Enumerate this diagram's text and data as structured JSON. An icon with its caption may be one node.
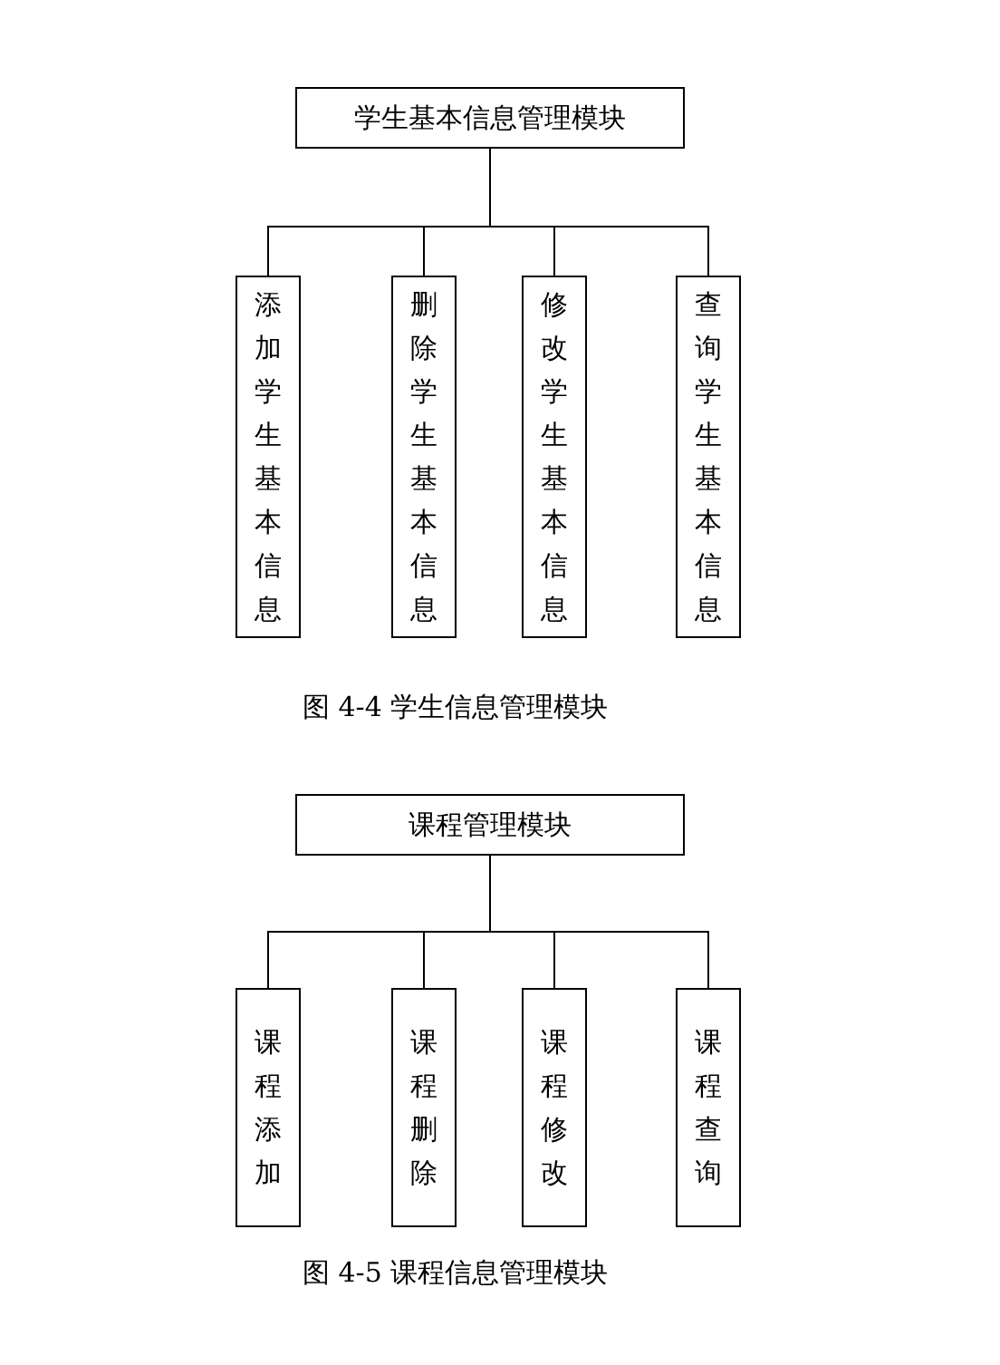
{
  "diagram": {
    "nodes": [
      {
        "text": [
          "学生基本信息管理模块"
        ]
      },
      {
        "text": [
          "添加学生基本信息"
        ]
      },
      {
        "text": [
          "删除学生基本信息"
        ]
      },
      {
        "text": [
          "修改学生基本信息"
        ]
      },
      {
        "text": [
          "查询学生基本信息"
        ]
      },
      {
        "text": [
          "课程管理模块"
        ]
      },
      {
        "text": [
          "课程添加"
        ]
      },
      {
        "text": [
          "课程删除"
        ]
      },
      {
        "text": [
          "课程修改"
        ]
      },
      {
        "text": [
          "课程查询"
        ]
      }
    ],
    "edges": [
      {
        "from": 0,
        "to": 1,
        "arrow": "none"
      },
      {
        "from": 0,
        "to": 2,
        "arrow": "none"
      },
      {
        "from": 0,
        "to": 3,
        "arrow": "none"
      },
      {
        "from": 0,
        "to": 4,
        "arrow": "none"
      },
      {
        "from": 5,
        "to": 6,
        "arrow": "none"
      },
      {
        "from": 5,
        "to": 7,
        "arrow": "none"
      },
      {
        "from": 5,
        "to": 8,
        "arrow": "none"
      },
      {
        "from": 5,
        "to": 9,
        "arrow": "none"
      }
    ],
    "labels": [
      "图 4-4 学生信息管理模块",
      "图 4-5 课程信息管理模块"
    ]
  }
}
